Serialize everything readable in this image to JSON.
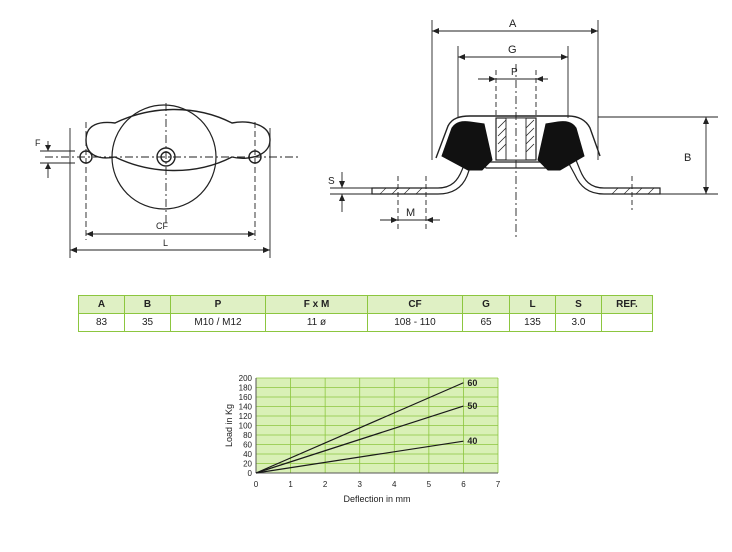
{
  "drawing": {
    "top_view_labels": {
      "F": "F",
      "CF": "CF",
      "L": "L"
    },
    "side_view_labels": {
      "A": "A",
      "G": "G",
      "P": "P",
      "B": "B",
      "S": "S",
      "M": "M"
    }
  },
  "spec_table": {
    "headers": [
      "A",
      "B",
      "P",
      "F x M",
      "CF",
      "G",
      "L",
      "S",
      "REF."
    ],
    "rows": [
      [
        "83",
        "35",
        "M10 / M12",
        "11 ø",
        "108 - 110",
        "65",
        "135",
        "3.0",
        ""
      ]
    ]
  },
  "chart_data": {
    "type": "line",
    "title": "",
    "xlabel": "Deflection in mm",
    "ylabel": "Load in Kg",
    "xlim": [
      0,
      7
    ],
    "ylim": [
      0,
      200
    ],
    "x_ticks": [
      "0",
      "1",
      "2",
      "3",
      "4",
      "5",
      "6",
      "7"
    ],
    "y_ticks": [
      "0",
      "20",
      "40",
      "60",
      "80",
      "100",
      "120",
      "140",
      "160",
      "180",
      "200"
    ],
    "grid": true,
    "series": [
      {
        "name": "60",
        "x": [
          0,
          6
        ],
        "y": [
          0,
          190
        ]
      },
      {
        "name": "50",
        "x": [
          0,
          6
        ],
        "y": [
          0,
          141
        ]
      },
      {
        "name": "40",
        "x": [
          0,
          6
        ],
        "y": [
          0,
          67
        ]
      }
    ],
    "colors": {
      "plot_bg": "#d9f0b6",
      "grid": "#8cc63f",
      "line": "#1a1a1a"
    }
  }
}
